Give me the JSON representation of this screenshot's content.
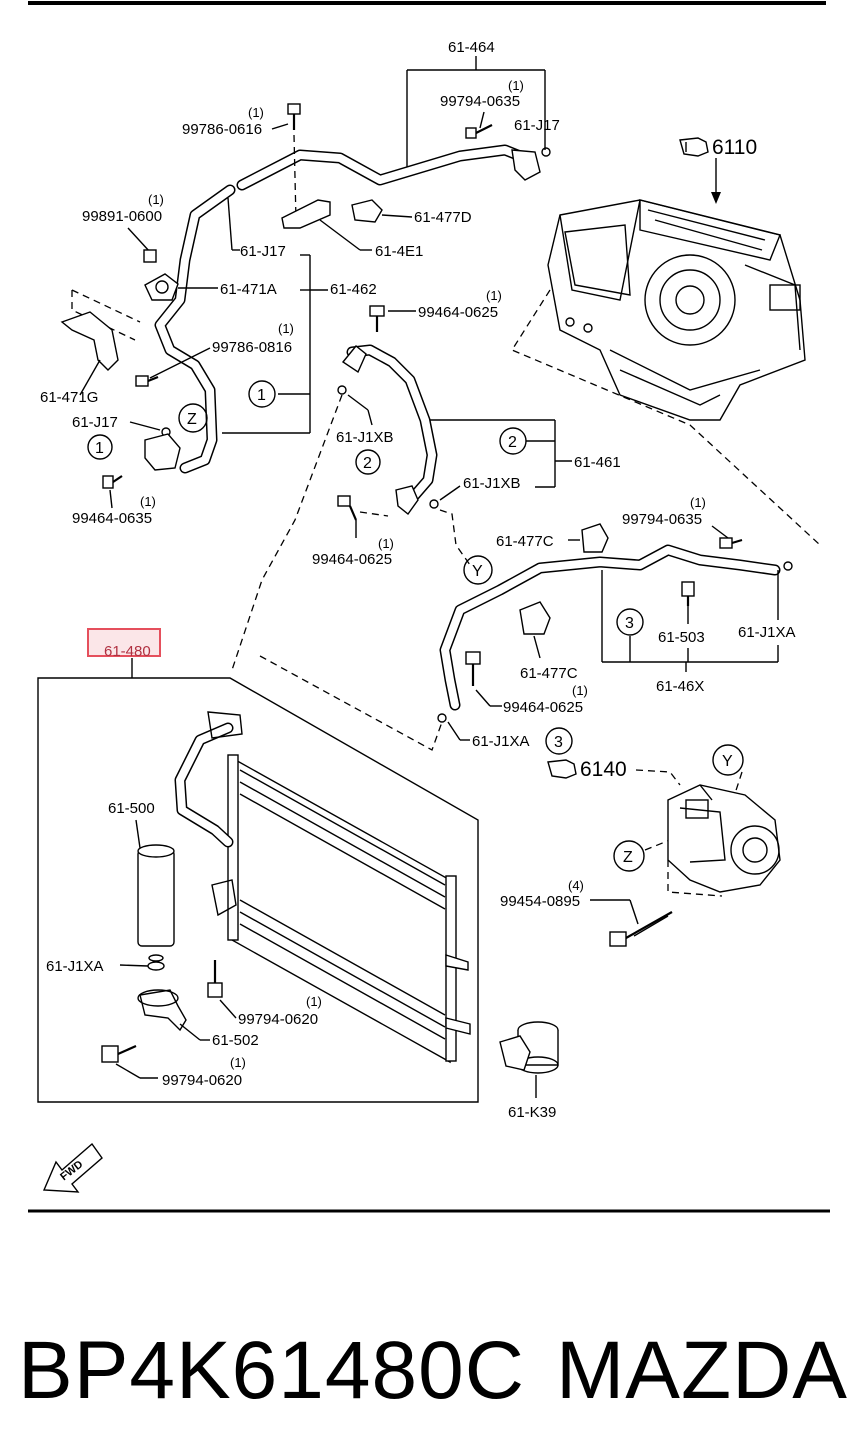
{
  "title": "BP4K61480C",
  "brand": "MAZDA",
  "highlight_color": "#e03040",
  "fwd_label": "FWD",
  "labels": {
    "hose_61_464": "61-464",
    "bolt_99794_0635_top": "99794-0635",
    "qty_1_a": "(1)",
    "j17_top": "61-J17",
    "unit_6110": "6110",
    "bolt_99786_0616": "99786-0616",
    "qty_1_b": "(1)",
    "clamp_61_477D": "61-477D",
    "nut_99891_0600": "99891-0600",
    "qty_1_c": "(1)",
    "j17_mid": "61-J17",
    "bracket_61_4E1": "61-4E1",
    "clamp_61_471A": "61-471A",
    "hose_61_462": "61-462",
    "bolt_99464_0625_a": "99464-0625",
    "qty_1_d": "(1)",
    "bolt_99786_0816": "99786-0816",
    "qty_1_e": "(1)",
    "bracket_61_471G": "61-471G",
    "j17_low": "61-J17",
    "j1xb_a": "61-J1XB",
    "hose_61_461": "61-461",
    "j1xb_b": "61-J1XB",
    "bolt_99464_0635": "99464-0635",
    "qty_1_f": "(1)",
    "bolt_99464_0625_b": "99464-0625",
    "qty_1_g": "(1)",
    "bolt_99794_0635_right": "99794-0635",
    "qty_1_h": "(1)",
    "clamp_61_477C_a": "61-477C",
    "switch_61_503": "61-503",
    "j1xa_right": "61-J1XA",
    "pipe_61_46X": "61-46X",
    "clamp_61_477C_b": "61-477C",
    "bolt_99464_0625_c": "99464-0625",
    "qty_1_i": "(1)",
    "j1xa_mid": "61-J1XA",
    "condenser_61_480": "61-480",
    "unit_6140": "6140",
    "receiver_61_500": "61-500",
    "bolt_99454_0895": "99454-0895",
    "qty_4": "(4)",
    "j1xa_left": "61-J1XA",
    "bolt_99794_0620_a": "99794-0620",
    "qty_1_j": "(1)",
    "bracket_61_502": "61-502",
    "bolt_99794_0620_b": "99794-0620",
    "qty_1_k": "(1)",
    "tank_61_K39": "61-K39"
  },
  "callouts": {
    "n1": "1",
    "n2": "2",
    "n3": "3",
    "Z": "Z",
    "Y": "Y"
  }
}
